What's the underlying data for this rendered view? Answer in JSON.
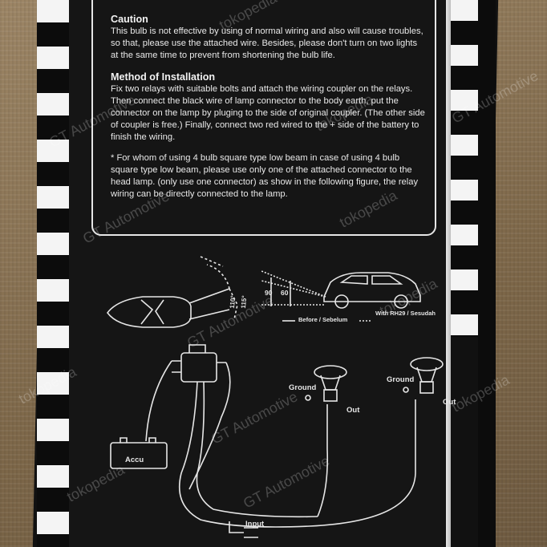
{
  "text_panel": {
    "caution_heading": "Caution",
    "caution_body": "This bulb is not effective by using of normal wiring and also will cause troubles, so that, please use the attached wire. Besides, please don't turn on two lights at the same time to prevent from shortening the bulb life.",
    "install_heading": "Method of Installation",
    "install_body": "Fix two relays with suitable bolts and attach the wiring coupler on the relays. Then connect the black wire of lamp connector to the body earth, put the connector on the lamp by pluging to the side of original coupler. (The other side of coupler is free.) Finally, connect two red wired to the + side of the battery to finish the wiring.",
    "note_body": "* For whom of using 4 bulb square type low beam in case of using 4 bulb square type low beam, please use only one of the attached connector to the head lamp. (only use one connector) as show in the following figure, the relay wiring can be directly connected to the lamp."
  },
  "diagram": {
    "angle_110": "110°",
    "angle_115": "115°",
    "angle_90": "90",
    "angle_60": "60",
    "legend_before": "Before / Sebelum",
    "legend_after": "With RH29 / Sesudah",
    "ground_left": "Ground",
    "ground_right": "Ground",
    "out_left": "Out",
    "out_right": "Out",
    "accu": "Accu",
    "input": "Input"
  },
  "watermarks": [
    "tokopedia",
    "GT Automotive",
    "tokopedia",
    "GT Automotive",
    "tokopedia",
    "GT Automotive",
    "tokopedia",
    "tokopedia",
    "GT Automotive",
    "GT Automotive",
    "tokopedia",
    "tokopedia"
  ],
  "colors": {
    "box": "#151515",
    "stripe_light": "#f4f4f4",
    "text": "#e9e9e9",
    "background": "#8a7355"
  }
}
